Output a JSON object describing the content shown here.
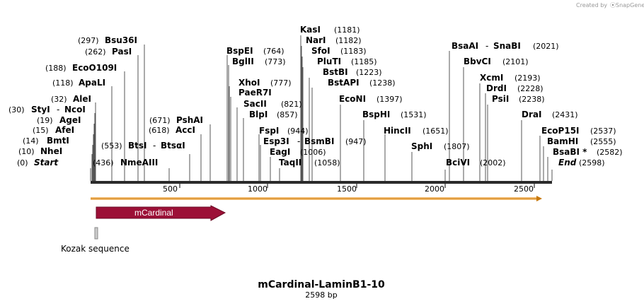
{
  "credit": {
    "prefix": "Created by",
    "brand": "SnapGene"
  },
  "title": "mCardinal-LaminB1-10",
  "subtitle": "2598 bp",
  "ticks": [
    "500",
    "1000",
    "1500",
    "2000",
    "2500"
  ],
  "features": [
    {
      "label": "mCardinal",
      "color": "#9c1037"
    },
    {
      "label": "Kozak sequence",
      "color": "#cccccc"
    }
  ],
  "sites": [
    {
      "name": "Start",
      "pos": "(0)",
      "italic": true
    },
    {
      "name": "NheI",
      "pos": "(10)"
    },
    {
      "name": "BmtI",
      "pos": "(14)"
    },
    {
      "name": "AfeI",
      "pos": "(15)"
    },
    {
      "name": "AgeI",
      "pos": "(19)"
    },
    {
      "name": "StyI",
      "pos": "(30)",
      "name2": "NcoI"
    },
    {
      "name": "AleI",
      "pos": "(32)"
    },
    {
      "name": "ApaLI",
      "pos": "(118)"
    },
    {
      "name": "EcoO109I",
      "pos": "(188)"
    },
    {
      "name": "PasI",
      "pos": "(262)"
    },
    {
      "name": "Bsu36I",
      "pos": "(297)"
    },
    {
      "name": "NmeAIII",
      "pos": "(436)"
    },
    {
      "name": "BtsI",
      "pos": "(553)",
      "name2": "BtsαI"
    },
    {
      "name": "AccI",
      "pos": "(618)"
    },
    {
      "name": "PshAI",
      "pos": "(671)"
    },
    {
      "name": "BspEI",
      "pos": "(764)"
    },
    {
      "name": "BglII",
      "pos": "(773)"
    },
    {
      "name": "XhoI",
      "pos": "(777)"
    },
    {
      "name": "PaeR7I",
      "pos": ""
    },
    {
      "name": "SacII",
      "pos": "(821)"
    },
    {
      "name": "BlpI",
      "pos": "(857)"
    },
    {
      "name": "FspI",
      "pos": "(944)"
    },
    {
      "name": "Esp3I",
      "pos": "(947)",
      "name2": "BsmBI"
    },
    {
      "name": "EagI",
      "pos": "(1006)"
    },
    {
      "name": "TaqII",
      "pos": "(1058)"
    },
    {
      "name": "KasI",
      "pos": "(1181)"
    },
    {
      "name": "NarI",
      "pos": "(1182)"
    },
    {
      "name": "SfoI",
      "pos": "(1183)"
    },
    {
      "name": "PluTI",
      "pos": "(1185)"
    },
    {
      "name": "BstBI",
      "pos": "(1223)"
    },
    {
      "name": "BstAPI",
      "pos": "(1238)"
    },
    {
      "name": "EcoNI",
      "pos": "(1397)"
    },
    {
      "name": "BspHI",
      "pos": "(1531)"
    },
    {
      "name": "HincII",
      "pos": "(1651)"
    },
    {
      "name": "SphI",
      "pos": "(1807)"
    },
    {
      "name": "BsaAI",
      "pos": "(2021)",
      "name2": "SnaBI"
    },
    {
      "name": "BbvCI",
      "pos": "(2101)"
    },
    {
      "name": "BciVI",
      "pos": "(2002)"
    },
    {
      "name": "XcmI",
      "pos": "(2193)"
    },
    {
      "name": "DrdI",
      "pos": "(2228)"
    },
    {
      "name": "PsiI",
      "pos": "(2238)"
    },
    {
      "name": "DraI",
      "pos": "(2431)"
    },
    {
      "name": "EcoP15I",
      "pos": "(2537)"
    },
    {
      "name": "BamHI",
      "pos": "(2555)"
    },
    {
      "name": "BsaBI *",
      "pos": "(2582)"
    },
    {
      "name": "End",
      "pos": "(2598)",
      "italic": true
    }
  ]
}
